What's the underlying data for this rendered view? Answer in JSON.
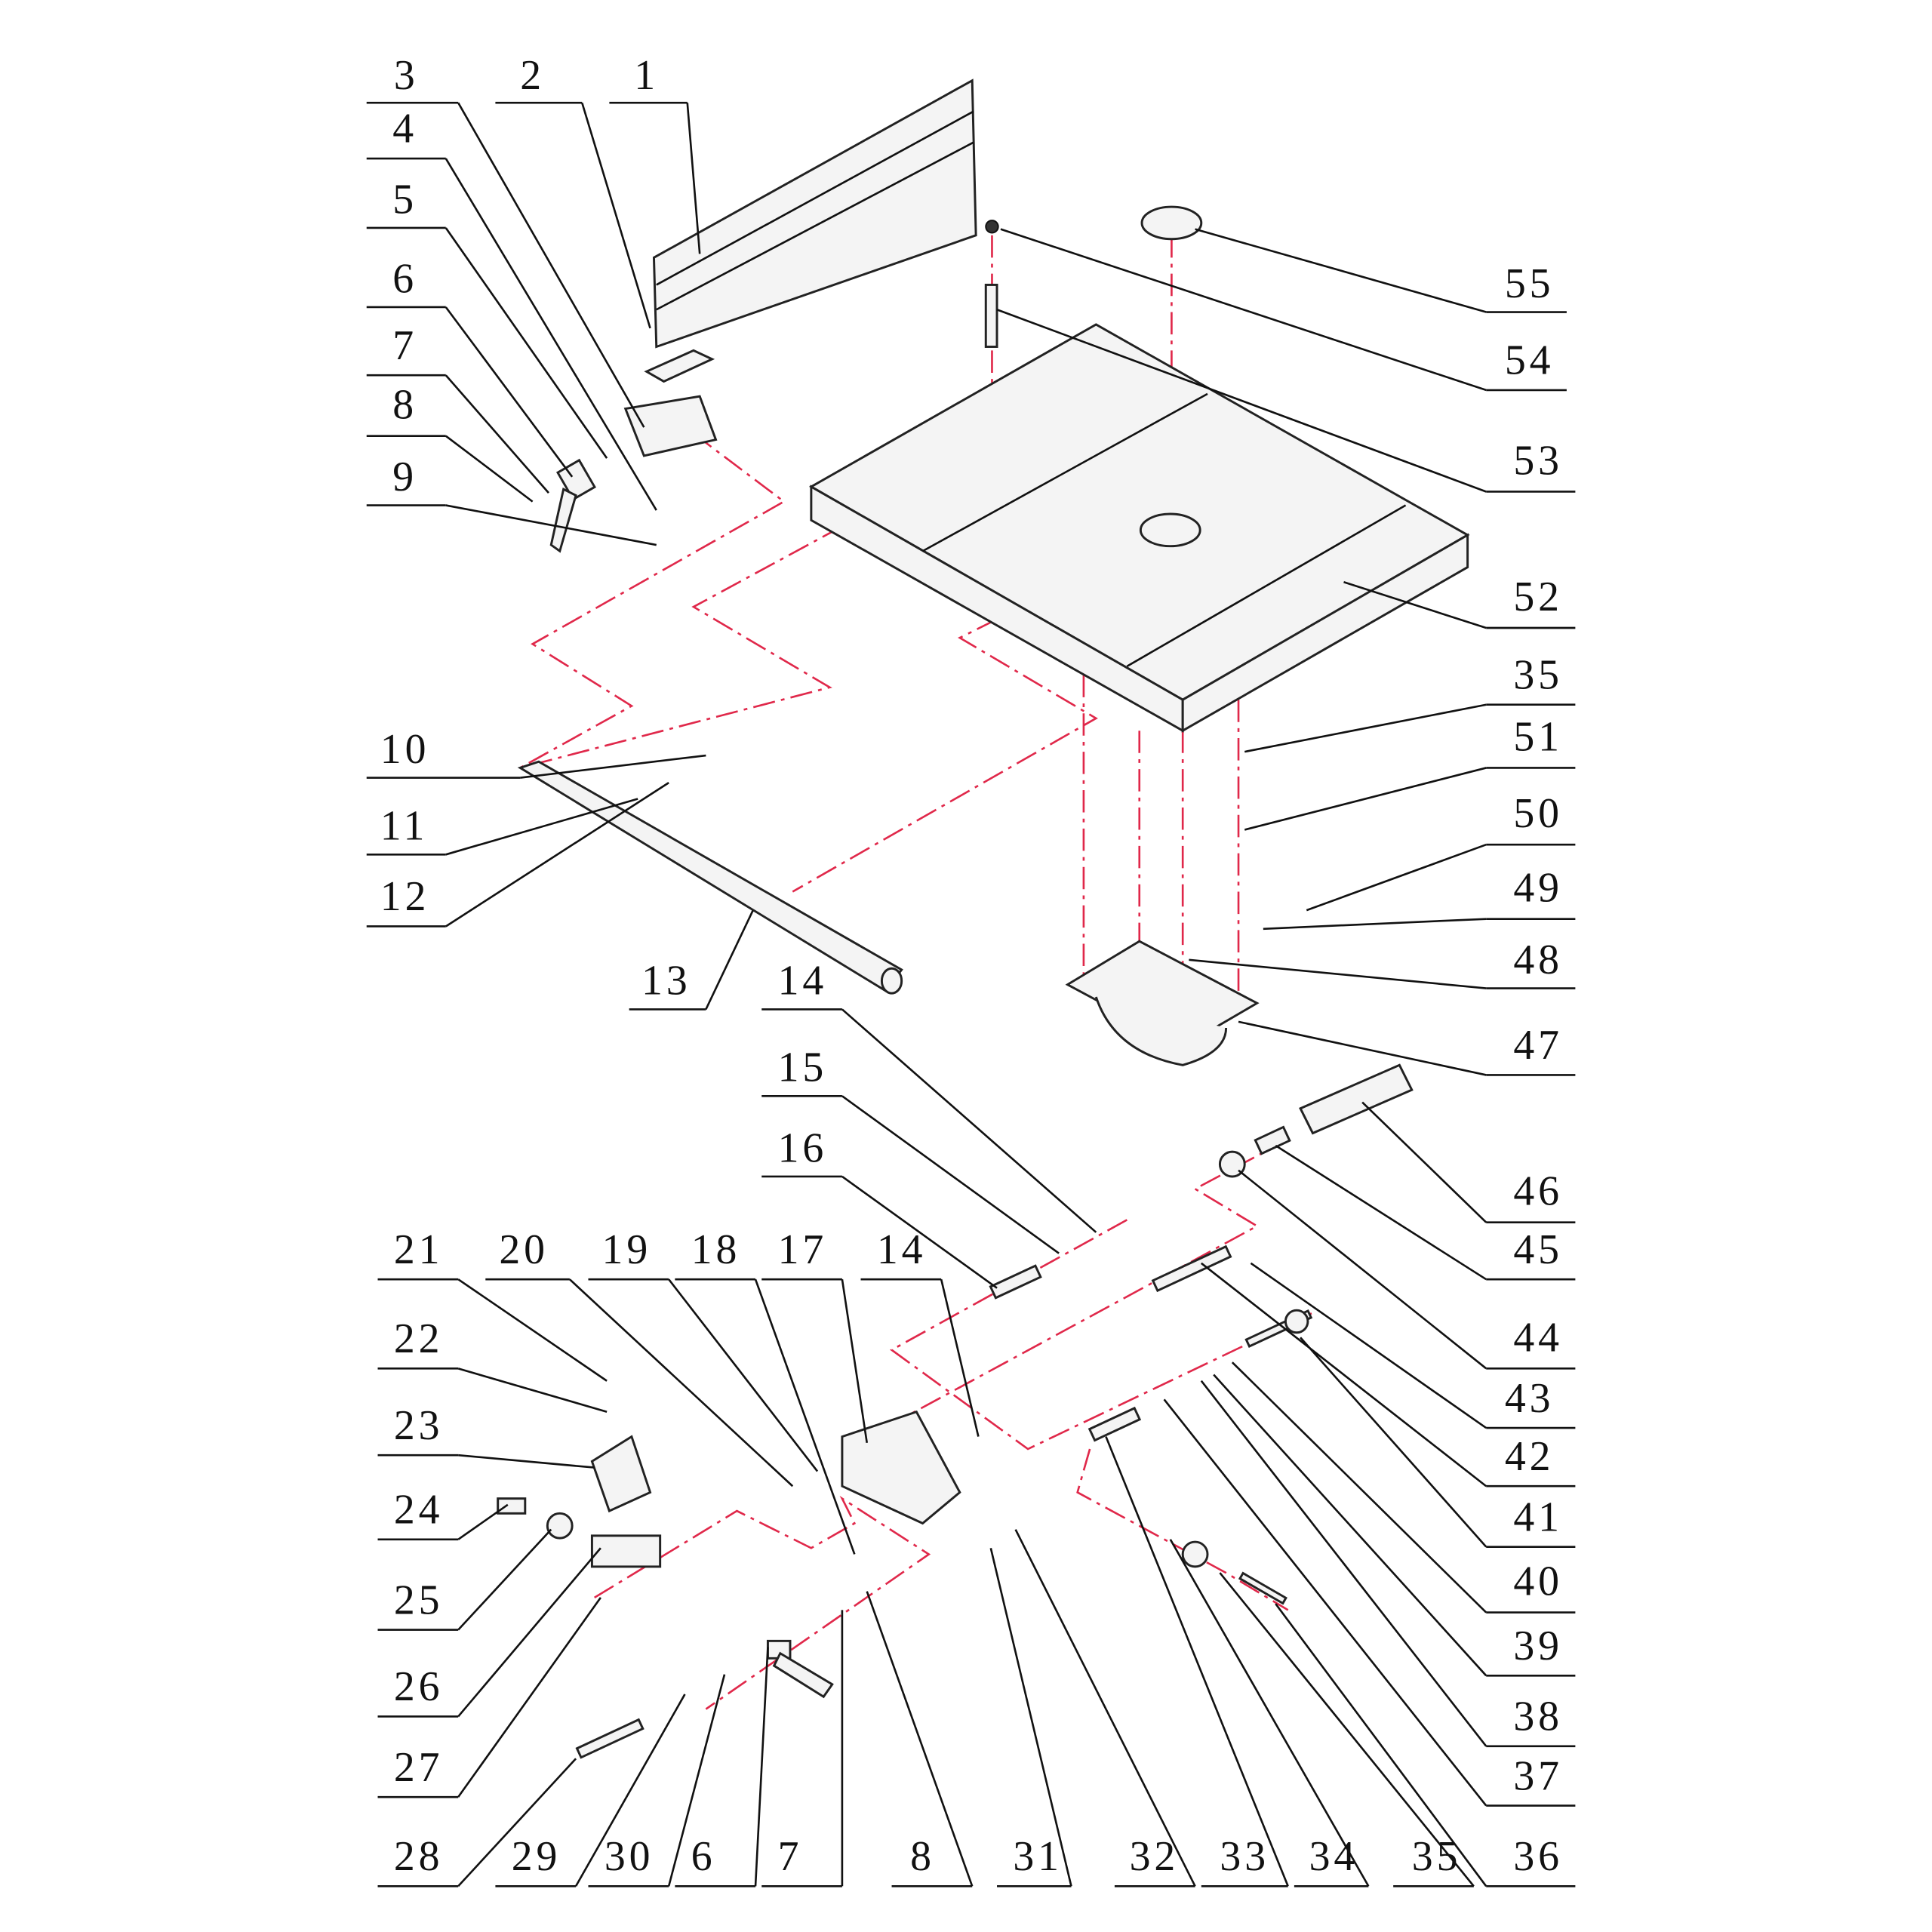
{
  "diagram": {
    "type": "exploded-parts-diagram",
    "callouts": [
      "3",
      "2",
      "1",
      "4",
      "5",
      "6",
      "7",
      "8",
      "9",
      "10",
      "11",
      "12",
      "13",
      "14",
      "55",
      "54",
      "53",
      "52",
      "35",
      "51",
      "50",
      "49",
      "48",
      "47",
      "46",
      "45",
      "44",
      "43",
      "42",
      "41",
      "40",
      "39",
      "38",
      "37",
      "36",
      "15",
      "16",
      "21",
      "20",
      "19",
      "18",
      "17",
      "14",
      "22",
      "23",
      "24",
      "25",
      "26",
      "27",
      "28",
      "29",
      "30",
      "6",
      "7",
      "8",
      "31",
      "32",
      "33",
      "34",
      "35"
    ],
    "colors": {
      "line": "#111111",
      "center_line": "#e0284a",
      "part_fill": "#f4f4f4"
    }
  }
}
